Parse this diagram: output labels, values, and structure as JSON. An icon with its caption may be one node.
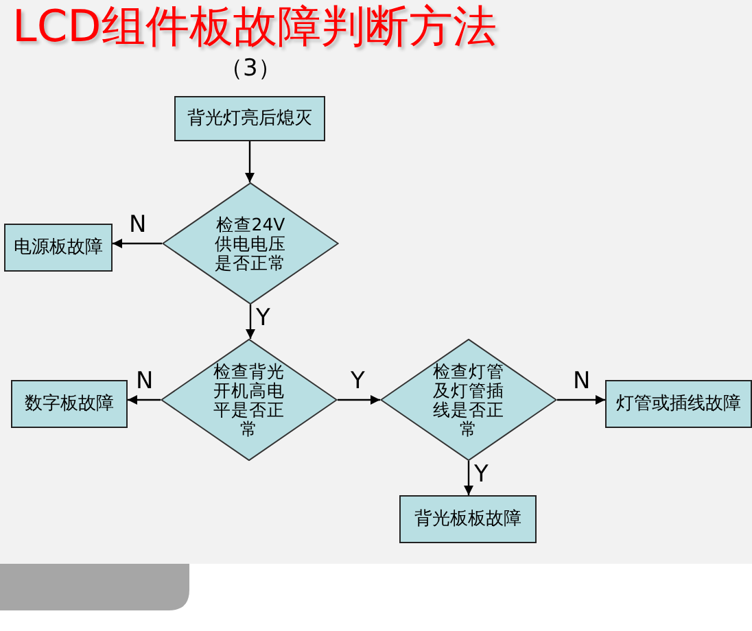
{
  "diagram": {
    "title": "LCD组件板故障判断方法",
    "nodes": [
      {
        "text": [
          "背光灯亮后熄灭"
        ]
      },
      {
        "text": [
          "检查24V供电电压是否正常"
        ]
      },
      {
        "text": [
          "电源板故障"
        ]
      },
      {
        "text": [
          "检查背光开机高电平是否正常"
        ]
      },
      {
        "text": [
          "数字板故障"
        ]
      },
      {
        "text": [
          "检查灯管及灯管插线是否正常"
        ]
      },
      {
        "text": [
          "灯管或插线故障"
        ]
      },
      {
        "text": [
          "背光板板故障"
        ]
      }
    ],
    "edges": [
      {
        "from": 0,
        "to": 1,
        "arrow": "to"
      },
      {
        "from": 1,
        "to": 2,
        "arrow": "to",
        "label": "N"
      },
      {
        "from": 1,
        "to": 3,
        "arrow": "to",
        "label": "Y"
      },
      {
        "from": 3,
        "to": 4,
        "arrow": "to",
        "label": "N"
      },
      {
        "from": 3,
        "to": 5,
        "arrow": "to",
        "label": "Y"
      },
      {
        "from": 5,
        "to": 6,
        "arrow": "to",
        "label": "N"
      },
      {
        "from": 5,
        "to": 7,
        "arrow": "to",
        "label": "Y"
      }
    ],
    "labels": [
      "（3）"
    ]
  }
}
